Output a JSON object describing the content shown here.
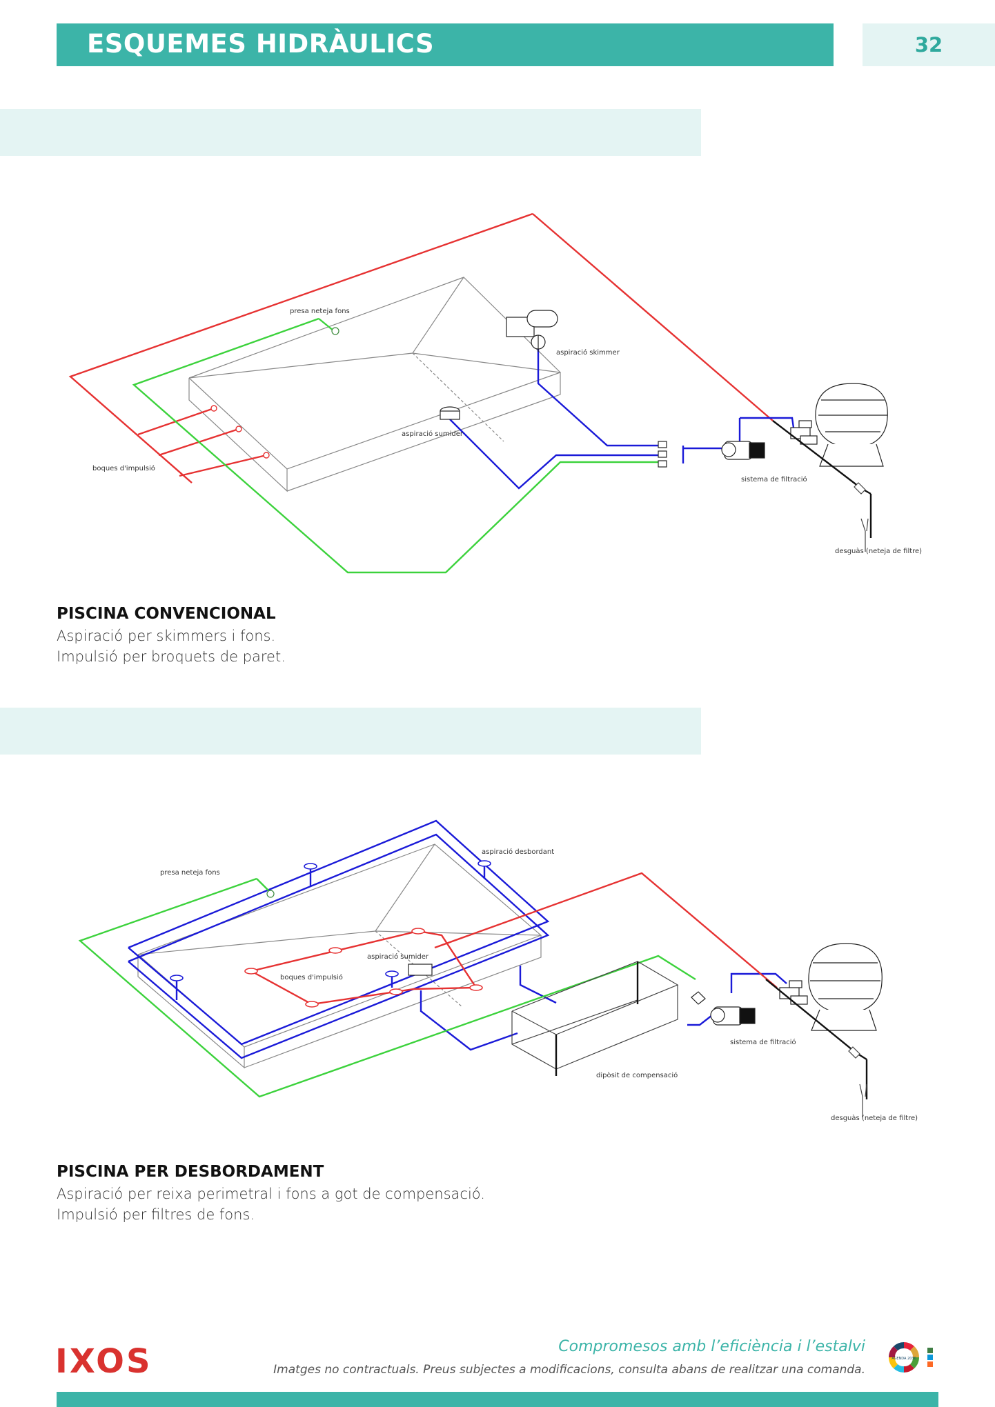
{
  "header": {
    "title": "ESQUEMES HIDRÀULICS",
    "page_number": "32"
  },
  "diagram1": {
    "labels": {
      "presa": "presa neteja fons",
      "skimmer": "aspiració skimmer",
      "sumider": "aspiració sumider",
      "boques": "boques d'impulsió",
      "filtracio": "sistema de filtració",
      "desguas": "desguàs (neteja de filtre)"
    }
  },
  "section1": {
    "title": "PISCINA CONVENCIONAL",
    "line1": "Aspiració per skimmers i fons.",
    "line2": "Impulsió per broquets de paret."
  },
  "diagram2": {
    "labels": {
      "presa": "presa neteja fons",
      "desbordant": "aspiració desbordant",
      "sumider": "aspiració sumider",
      "boques": "boques d'impulsió",
      "filtracio": "sistema de filtració",
      "diposit": "dipòsit de compensació",
      "desguas": "desguàs (neteja de filtre)"
    }
  },
  "section2": {
    "title": "PISCINA PER DESBORDAMENT",
    "line1": "Aspiració per reixa perimetral i fons a got de compensació.",
    "line2": "Impulsió per filtres de fons."
  },
  "footer": {
    "logo": "IXOS",
    "slogan": "Compromesos amb l’eficiència i l’estalvi",
    "disclaimer": "Imatges no contractuals. Preus subjectes a modificacions, consulta abans de realitzar una comanda.",
    "badge": "AGENDA 2030"
  },
  "colors": {
    "teal": "#3cb4a8",
    "light_teal": "#e4f4f3",
    "logo_red": "#d9322f"
  }
}
